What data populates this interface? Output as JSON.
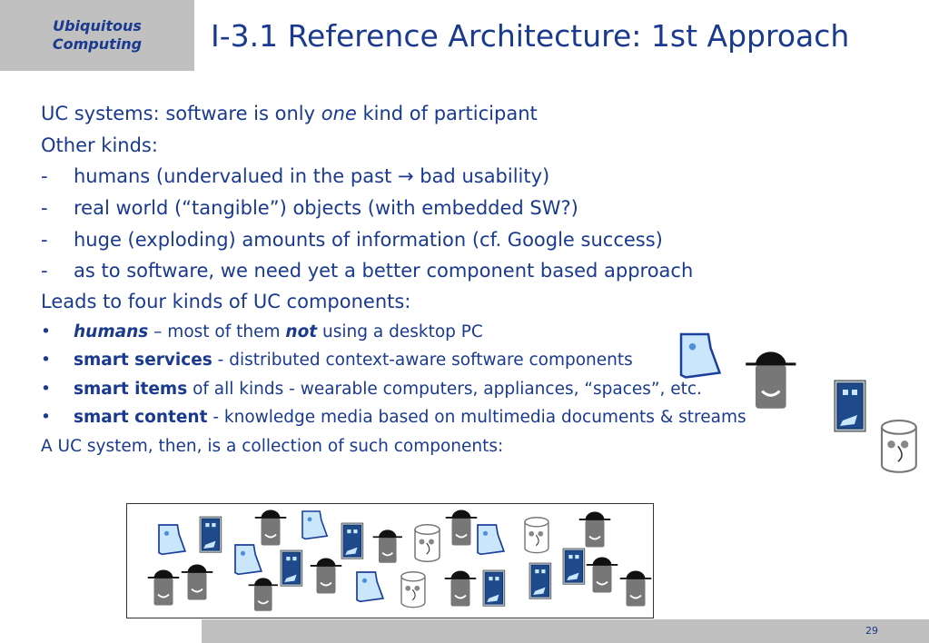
{
  "header": {
    "corner_line1": "Ubiquitous",
    "corner_line2": "Computing",
    "title": "I-3.1 Reference Architecture: 1st Approach"
  },
  "body": {
    "l1_a": "UC systems: software is only ",
    "l1_em": "one",
    "l1_b": " kind of participant",
    "l2": "Other kinds:",
    "dash": "-",
    "l3_a": "humans (undervalued in the past ",
    "arrow": "→",
    "l3_b": " bad usability)",
    "l4": "real world (“tangible”) objects (with embedded SW?)",
    "l5": "huge (exploding) amounts of information (cf. Google success)",
    "l6": "as to software, we need yet a better component based approach",
    "l7": "Leads to four kinds of UC components:",
    "bullet": "•",
    "b1_key": "humans",
    "b1_mid": " – most of them ",
    "b1_not": "not",
    "b1_rest": " using a desktop PC",
    "b2_key": "smart services",
    "b2_rest": " - distributed context-aware software components",
    "b3_key": "smart items",
    "b3_rest": " of all kinds - wearable computers, appliances, “spaces”, etc.",
    "b4_key": "smart content",
    "b4_rest": " - knowledge media based on multimedia documents & streams",
    "l8": "A UC system, then, is a collection of such components:"
  },
  "footer": {
    "page_number": "29"
  },
  "colors": {
    "text": "#1a3a8f",
    "header_gray": "#c0c0c0",
    "service_fill": "#c9e6fb",
    "item_fill": "#1e4a8c"
  }
}
